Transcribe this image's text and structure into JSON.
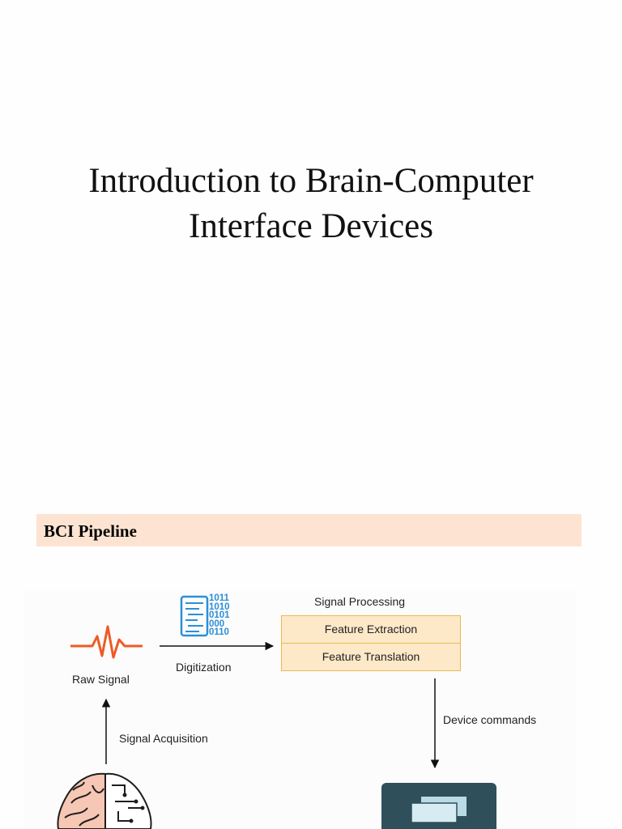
{
  "title": {
    "line1": "Introduction to Brain-Computer",
    "line2": "Interface Devices"
  },
  "section": {
    "heading": "BCI Pipeline"
  },
  "diagram": {
    "raw_signal": "Raw Signal",
    "digitization": "Digitization",
    "binary_lines": [
      "1011",
      "1010",
      "0101",
      "000",
      "0110"
    ],
    "signal_processing": "Signal Processing",
    "feature_extraction": "Feature Extraction",
    "feature_translation": "Feature Translation",
    "device_commands": "Device commands",
    "signal_acquisition": "Signal Acquisition",
    "icons": [
      "waveform-icon",
      "binary-data-icon",
      "brain-circuit-icon",
      "device-screen-icon"
    ],
    "colors": {
      "waveform": "#f05a24",
      "binary": "#2b8fd6",
      "box_fill": "#fde8c8",
      "box_border": "#e9b955",
      "device": "#2f4f5a",
      "section_bar": "#fde4d2"
    }
  }
}
